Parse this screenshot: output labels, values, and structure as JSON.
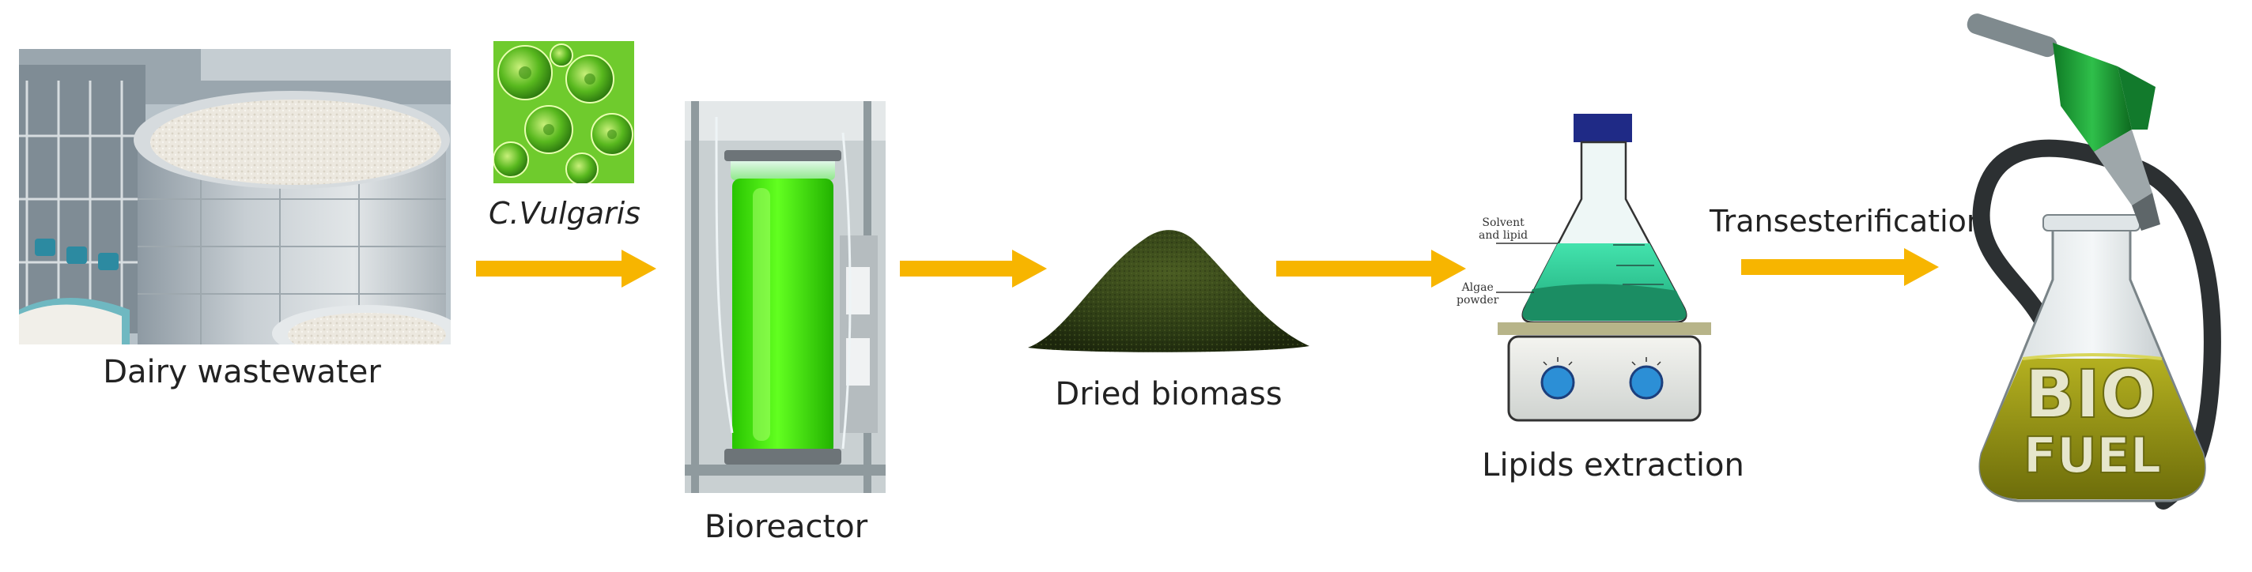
{
  "stages": {
    "wastewater": {
      "label": "Dairy wastewater"
    },
    "algae": {
      "label": "C.Vulgaris"
    },
    "bioreactor": {
      "label": "Bioreactor"
    },
    "biomass": {
      "label": "Dried biomass"
    },
    "extraction": {
      "label": "Lipids extraction",
      "flask_solvent_label": "Solvent and lipid",
      "flask_solvent_line1": "Solvent",
      "flask_solvent_line2": "and lipid",
      "flask_powder_line1": "Algae",
      "flask_powder_line2": "powder"
    },
    "biofuel": {
      "text_line1": "BIO",
      "text_line2": "FUEL"
    }
  },
  "arrows": {
    "arrow4_label": "Transesterification"
  },
  "colors": {
    "arrow": "#f7b500",
    "algae_green": "#5cc31a",
    "reactor_green": "#3df000",
    "biomass_dark": "#2c3b14",
    "flask_liquid": "#2fd49a",
    "fuel_olive": "#9a9a10",
    "pump_green": "#1a9e33"
  }
}
